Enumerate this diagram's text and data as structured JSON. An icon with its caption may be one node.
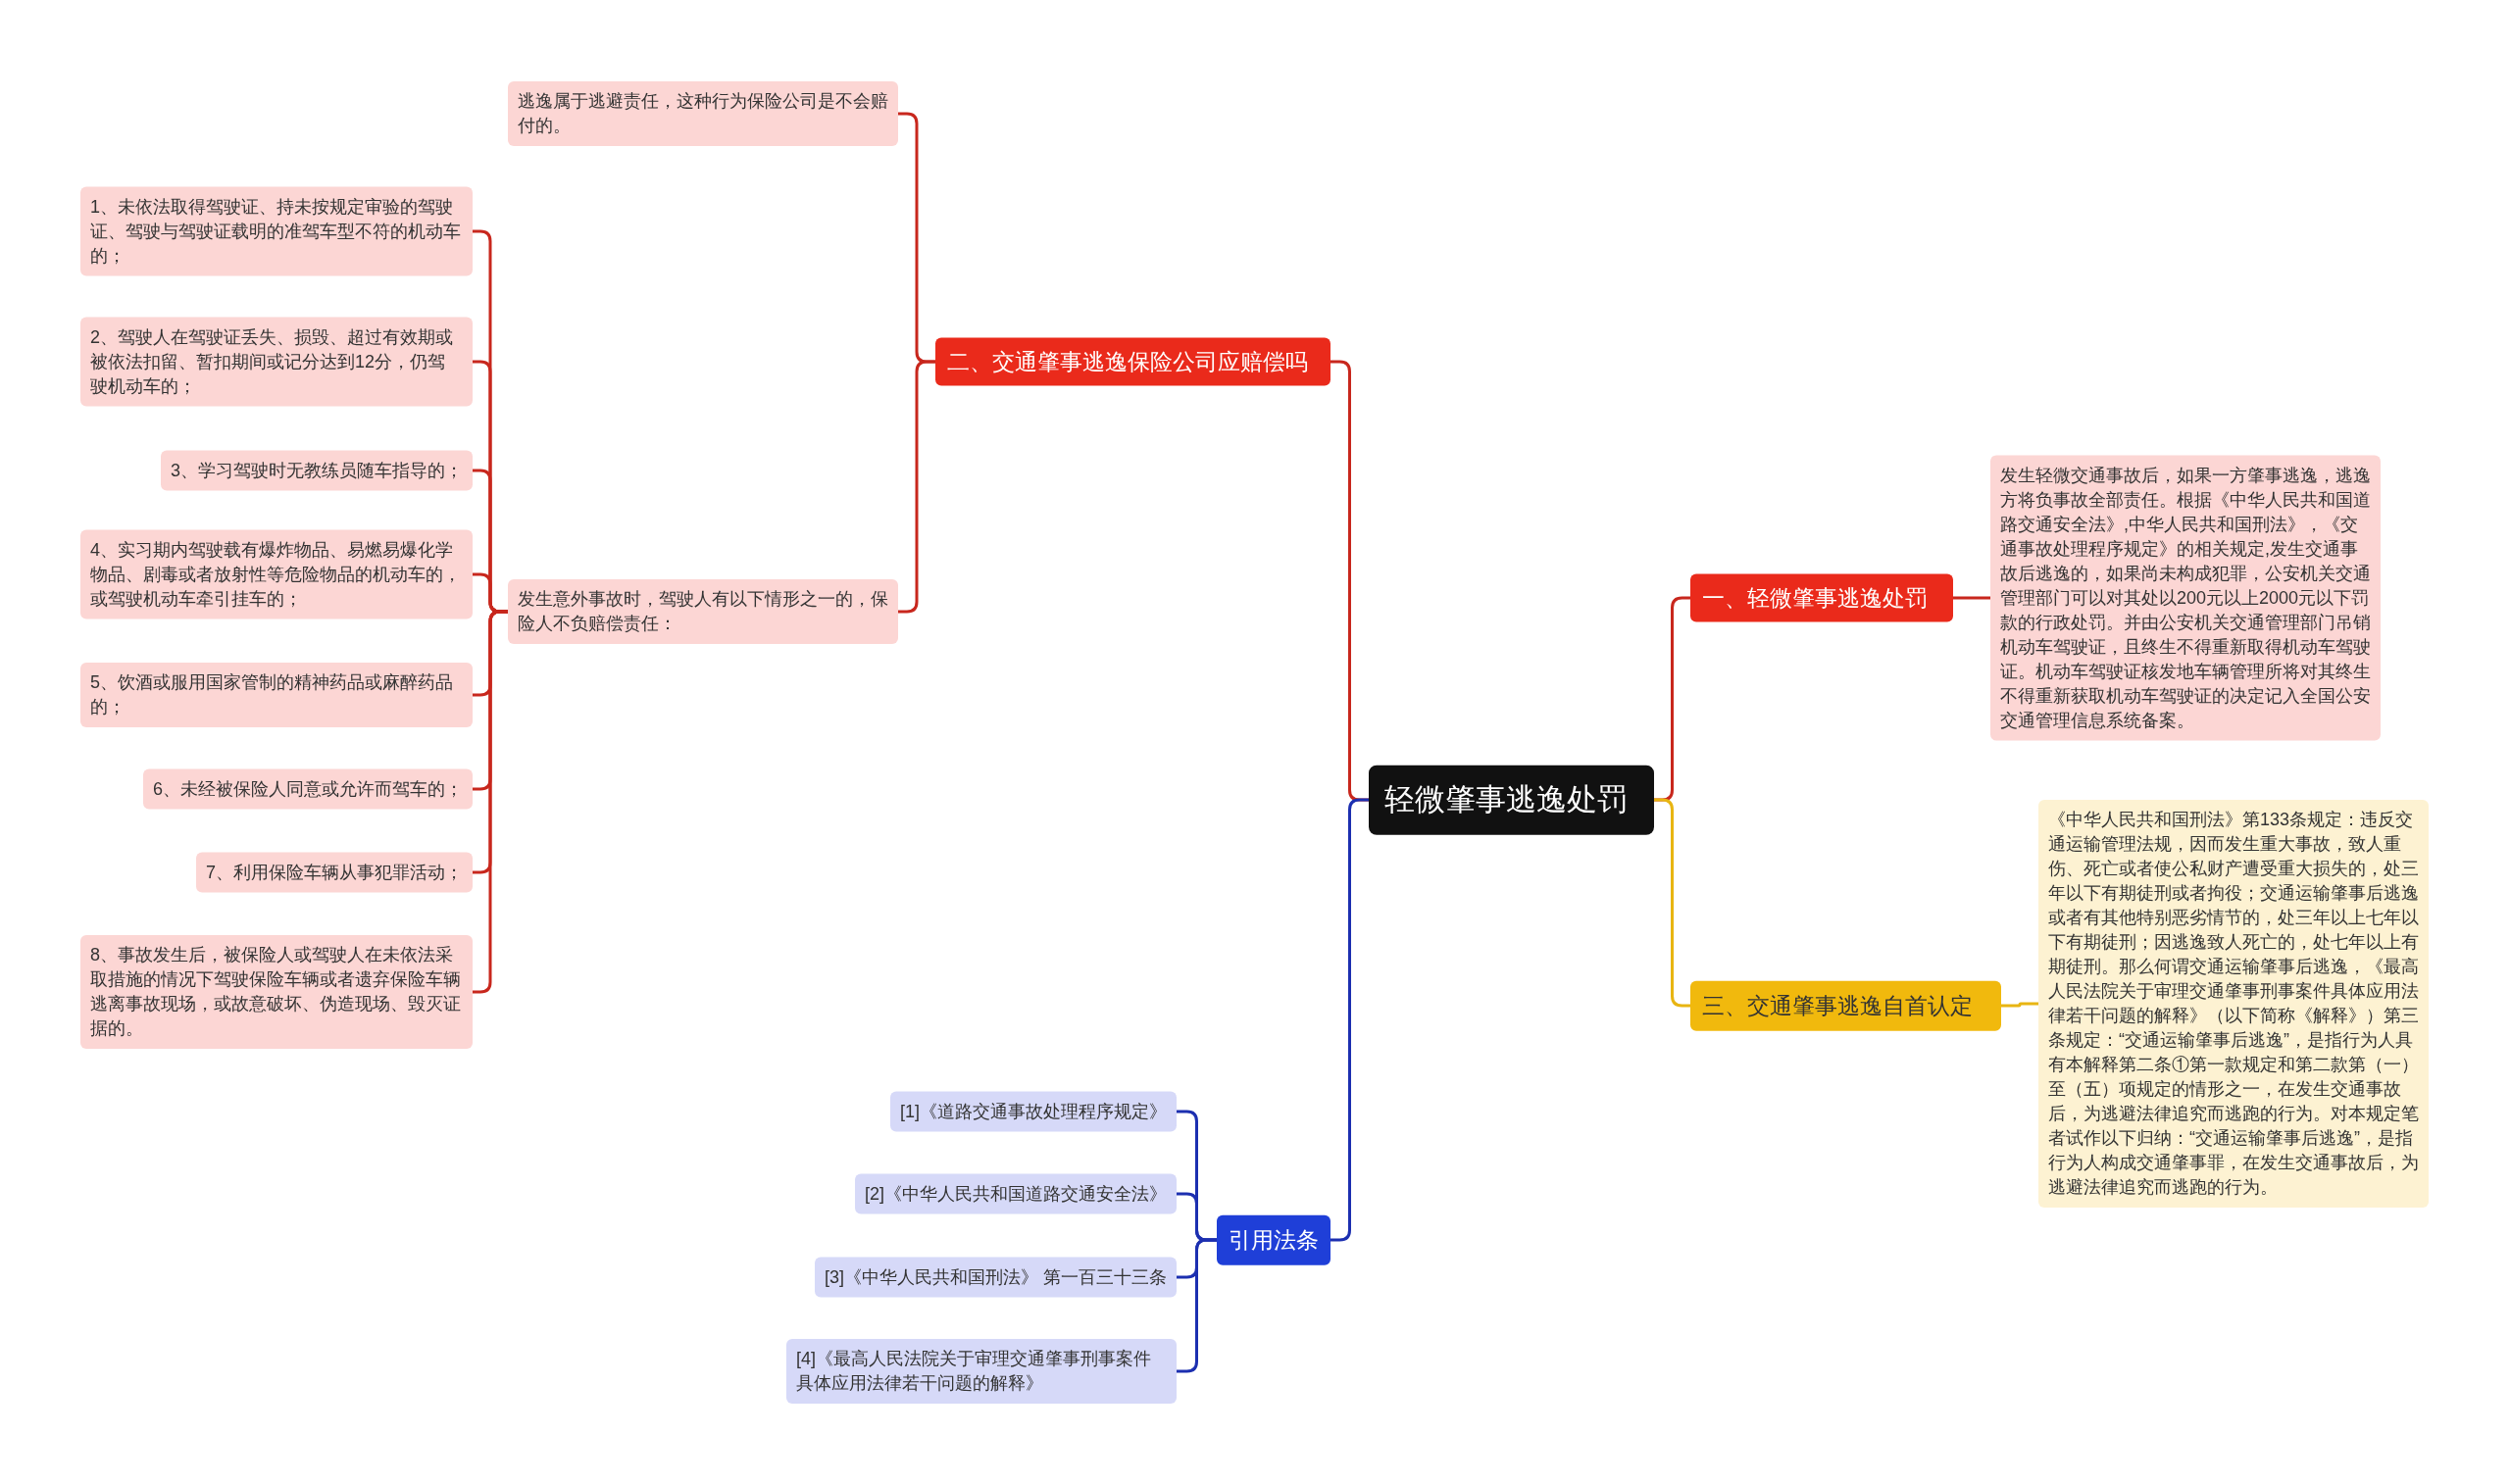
{
  "diagram": {
    "nodes": [
      {
        "text": [
          "轻微肇事逃逸处罚"
        ]
      },
      {
        "text": [
          "一、轻微肇事逃逸处罚"
        ]
      },
      {
        "text": [
          "发生轻微交通事故后，如果一方肇事逃逸，逃逸方将负事故全部责任。根据《中华人民共和国道路交通安全法》,中华人民共和国刑法》，《交通事故处理程序规定》的相关规定,发生交通事故后逃逸的，如果尚未构成犯罪，公安机关交通管理部门可以对其处以200元以上2000元以下罚款的行政处罚。并由公安机关交通管理部门吊销机动车驾驶证，且终生不得重新取得机动车驾驶证。机动车驾驶证核发地车辆管理所将对其终生不得重新获取机动车驾驶证的决定记入全国公安交通管理信息系统备案。"
        ]
      },
      {
        "text": [
          "三、交通肇事逃逸自首认定"
        ]
      },
      {
        "text": [
          "《中华人民共和国刑法》第133条规定：违反交通运输管理法规，因而发生重大事故，致人重伤、死亡或者使公私财产遭受重大损失的，处三年以下有期徒刑或者拘役；交通运输肇事后逃逸或者有其他特别恶劣情节的，处三年以上七年以下有期徒刑；因逃逸致人死亡的，处七年以上有期徒刑。那么何谓交通运输肇事后逃逸，《最高人民法院关于审理交通肇事刑事案件具体应用法律若干问题的解释》（以下简称《解释》）第三条规定：“交通运输肇事后逃逸”，是指行为人具有本解释第二条①第一款规定和第二款第（一）至（五）项规定的情形之一，在发生交通事故后，为逃避法律追究而逃跑的行为。对本规定笔者试作以下归纳：“交通运输肇事后逃逸”，是指行为人构成交通肇事罪，在发生交通事故后，为逃避法律追究而逃跑的行为。"
        ]
      },
      {
        "text": [
          "二、交通肇事逃逸保险公司应赔偿吗"
        ]
      },
      {
        "text": [
          "逃逸属于逃避责任，这种行为保险公司是不会赔付的。"
        ]
      },
      {
        "text": [
          "发生意外事故时，驾驶人有以下情形之一的，保险人不负赔偿责任："
        ]
      },
      {
        "text": [
          "1、未依法取得驾驶证、持未按规定审验的驾驶证、驾驶与驾驶证载明的准驾车型不符的机动车的；"
        ]
      },
      {
        "text": [
          "2、驾驶人在驾驶证丢失、损毁、超过有效期或被依法扣留、暂扣期间或记分达到12分，仍驾驶机动车的；"
        ]
      },
      {
        "text": [
          "3、学习驾驶时无教练员随车指导的；"
        ]
      },
      {
        "text": [
          "4、实习期内驾驶载有爆炸物品、易燃易爆化学物品、剧毒或者放射性等危险物品的机动车的，或驾驶机动车牵引挂车的；"
        ]
      },
      {
        "text": [
          "5、饮酒或服用国家管制的精神药品或麻醉药品的；"
        ]
      },
      {
        "text": [
          "6、未经被保险人同意或允许而驾车的；"
        ]
      },
      {
        "text": [
          "7、利用保险车辆从事犯罪活动；"
        ]
      },
      {
        "text": [
          "8、事故发生后，被保险人或驾驶人在未依法采取措施的情况下驾驶保险车辆或者遗弃保险车辆逃离事故现场，或故意破坏、伪造现场、毁灭证据的。"
        ]
      },
      {
        "text": [
          "引用法条"
        ]
      },
      {
        "text": [
          "[1]《道路交通事故处理程序规定》"
        ]
      },
      {
        "text": [
          "[2]《中华人民共和国道路交通安全法》"
        ]
      },
      {
        "text": [
          "[3]《中华人民共和国刑法》 第一百三十三条"
        ]
      },
      {
        "text": [
          "[4]《最高人民法院关于审理交通肇事刑事案件具体应用法律若干问题的解释》"
        ]
      }
    ],
    "edges": [
      {
        "from": 0,
        "to": 1,
        "arrow": "none"
      },
      {
        "from": 1,
        "to": 2,
        "arrow": "none"
      },
      {
        "from": 0,
        "to": 3,
        "arrow": "none",
        "color": "#e8b512"
      },
      {
        "from": 3,
        "to": 4,
        "arrow": "none",
        "color": "#e8b512"
      },
      {
        "from": 0,
        "to": 5,
        "arrow": "none"
      },
      {
        "from": 5,
        "to": 6,
        "arrow": "none"
      },
      {
        "from": 5,
        "to": 7,
        "arrow": "none"
      },
      {
        "from": 7,
        "to": 8,
        "arrow": "none"
      },
      {
        "from": 7,
        "to": 9,
        "arrow": "none"
      },
      {
        "from": 7,
        "to": 10,
        "arrow": "none"
      },
      {
        "from": 7,
        "to": 11,
        "arrow": "none"
      },
      {
        "from": 7,
        "to": 12,
        "arrow": "none"
      },
      {
        "from": 7,
        "to": 13,
        "arrow": "none"
      },
      {
        "from": 7,
        "to": 14,
        "arrow": "none"
      },
      {
        "from": 7,
        "to": 15,
        "arrow": "none"
      },
      {
        "from": 0,
        "to": 16,
        "arrow": "none",
        "color": "#1c2fb0"
      },
      {
        "from": 16,
        "to": 17,
        "arrow": "none",
        "color": "#1c2fb0"
      },
      {
        "from": 16,
        "to": 18,
        "arrow": "none",
        "color": "#1c2fb0"
      },
      {
        "from": 16,
        "to": 19,
        "arrow": "none",
        "color": "#1c2fb0"
      },
      {
        "from": 16,
        "to": 20,
        "arrow": "none",
        "color": "#1c2fb0"
      }
    ]
  }
}
